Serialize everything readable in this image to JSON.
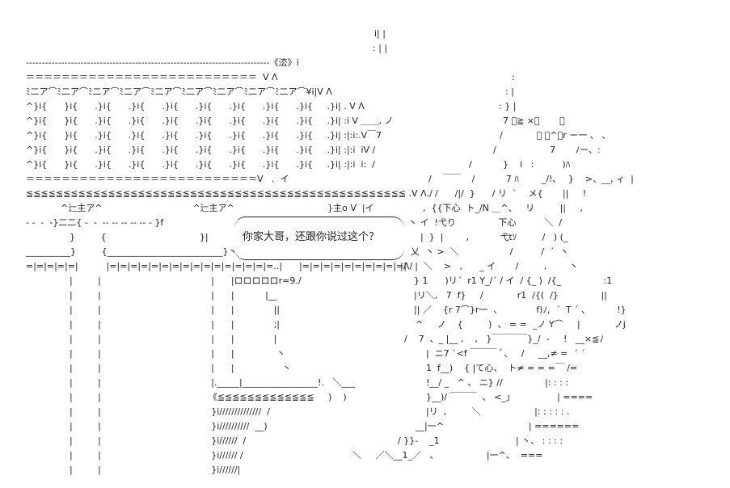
{
  "speech_bubble": {
    "text": "你家大哥，还跟你说过这个？"
  },
  "art_lines": [
    {
      "text": "i| |",
      "row": 0,
      "col": 463
    },
    {
      "text": ": | |",
      "row": 1,
      "col": 461
    },
    {
      "text": "----------------------------------------------------------------------------《㳒》i",
      "row": 2,
      "col": 32
    },
    {
      "text": "＝＝＝＝＝＝＝＝＝＝＝＝＝＝＝＝＝＝＝＝＝＝＝＝＝＝  V Λ",
      "row": 3,
      "col": 32
    },
    {
      "text": "ﾐ二ア⌒ﾐ二ア⌒ﾐ二ア⌒ﾐ二ア⌒ﾐ二ア⌒ﾐ二ア⌒ﾐ二ア⌒ﾐ二ア⌒ﾐ二ア⌒¥i|V Λ",
      "row": 4,
      "col": 32
    },
    {
      "text": "^}i{      }i{      .}i{      .}i{      .}i{      .}i{      .}i{      .}i{      .}i{     .}i| . V Λ",
      "row": 5,
      "col": 32
    },
    {
      "text": "^}i{      }i{      .}i{      .}i{      .}i{      .}i{      .}i{      .}i{      .}i{     .}i| :i V ＿＿, ノ",
      "row": 6,
      "col": 32
    },
    {
      "text": "^}i{      }i{      .}i{      .}i{      .}i{      .}i{      .}i{      .}i{      .}i{     .}i| :|:i:.V￣7",
      "row": 7,
      "col": 32
    },
    {
      "text": "^}i{      }i{      .}i{      .}i{      .}i{      .}i{      .}i{      .}i{      .}i{     .}i| :|:i  iV /",
      "row": 8,
      "col": 32
    },
    {
      "text": "^}i{      }i{      .}i{      .}i{      .}i{      .}i{      .}i{      .}i{      .}i{     .}i| :|:i  i:  /",
      "row": 9,
      "col": 32
    },
    {
      "text": "＝＝＝＝＝＝＝＝＝＝＝＝＝＝＝＝＝＝＝＝＝＝＝＝＝＝V   .  イ",
      "row": 10,
      "col": 32
    },
    {
      "text": "≦≦≦≦≦≦≦≦≦≦≦≦≦≦≦≦≦≦≦≦≦≦≦≦≦≦≦≦≦≦≦≦≦≦≦≦≦≦≦≦≦≦≦≦≦≦≦≦≦≦≦ .V Λ./",
      "row": 11,
      "col": 32
    },
    {
      "text": "^辷主ア^                                ^辷主ア^                                 }主o V  |イ",
      "row": 12,
      "col": 75
    },
    {
      "text": "- -  -  -}二二{ -  -  -- -- -- -- -- - }f",
      "row": 13,
      "col": 32
    },
    {
      "text": "}         {                                 }|",
      "row": 14,
      "col": 86
    },
    {
      "text": "__________}         {__________________________}丶",
      "row": 15,
      "col": 32
    },
    {
      "text": "=|=|=|=|=|          |=|=|=|=|=|=|=|=|=|=|=|=|=|=|=|=..|      |=|=|=|=|=|=|=|=|=|=| /",
      "row": 16,
      "col": 32
    },
    {
      "text": "|         |                                       |      |ロロロロロr=9./",
      "row": 17,
      "col": 86
    },
    {
      "text": "|         |                                       |      |           |__",
      "row": 18,
      "col": 86
    },
    {
      "text": "|         |                                       |      |              ||",
      "row": 19,
      "col": 86
    },
    {
      "text": "|         |                                       |      |              ;|",
      "row": 20,
      "col": 86
    },
    {
      "text": "|         |                                       |      |              |",
      "row": 21,
      "col": 86
    },
    {
      "text": "|         |                                       |      |               丶",
      "row": 22,
      "col": 86
    },
    {
      "text": "|         |                                       |      |                 丶",
      "row": 23,
      "col": 86
    },
    {
      "text": "|         |                                       |._____|_________________!.   ＼___",
      "row": 24,
      "col": 86
    },
    {
      "text": "|         |                                      《≦≦≦≦≦≦≦≦≦≦≦≦≦     )    )",
      "row": 25,
      "col": 86
    },
    {
      "text": "|         |                                       }i//////////////  /",
      "row": 26,
      "col": 86
    },
    {
      "text": "|         |                                       }i//////////  __)",
      "row": 27,
      "col": 86
    },
    {
      "text": "|         |                                       }i//////  /",
      "row": 28,
      "col": 86
    },
    {
      "text": "|         |                                       }i////// /",
      "row": 29,
      "col": 86
    },
    {
      "text": "|         |                                       }i//////|",
      "row": 30,
      "col": 86
    },
    {
      "text": ":",
      "row": 3,
      "col": 633
    },
    {
      "text": ": |",
      "row": 4,
      "col": 625
    },
    {
      "text": ": } |",
      "row": 5,
      "col": 617
    },
    {
      "text": "7 ﾞ≧ ×、       ＼",
      "row": 6,
      "col": 622
    },
    {
      "text": "/            ﾞ ﾞ^、r ー一 、 、",
      "row": 7,
      "col": 618
    },
    {
      "text": "/                   7       ﾉー、:",
      "row": 8,
      "col": 610
    },
    {
      "text": "/           }    i   :          )ﾊ",
      "row": 9,
      "col": 580
    },
    {
      "text": "/    ￣￣    /           7 ﾊ        _/!､    }    >、__, ィ  |",
      "row": 10,
      "col": 530
    },
    {
      "text": "/      /|/  }      / リ  `    メ{       ||     !",
      "row": 11,
      "col": 538
    },
    {
      "text": ",  {{下心  ト_/N ＿^、   リ         ||     ,",
      "row": 12,
      "col": 523
    },
    {
      "text": "丶 イ  !弋り               下心          ＼  /",
      "row": 13,
      "col": 505
    },
    {
      "text": "|  }  |        ,           弋tｿ         /   ) (_",
      "row": 14,
      "col": 520
    },
    {
      "text": "乂  丶 >  ＼                  /          /  ´  丶",
      "row": 15,
      "col": 508
    },
    {
      "text": "|Λ  |  ＼    >   ,      _ イ       /         ,        丶",
      "row": 16,
      "col": 495
    },
    {
      "text": "} 1      )リ´  r1 Y_/´ / イ  / {_ )  /{_               :1",
      "row": 17,
      "col": 512
    },
    {
      "text": "|リ＼,   7  f}     /            r1  /{(  /}               ||",
      "row": 18,
      "col": 512
    },
    {
      "text": "|| ／    {r 7⌒}r一  、            f)ﾉ,  ´  T ´ ､           !}",
      "row": 19,
      "col": 512
    },
    {
      "text": "^     ノ    {         )  、 = =  _ノ Y⌒     |            ノj",
      "row": 20,
      "col": 514
    },
    {
      "text": "/    7  、_ |__ ,    ,   }￣￣￣￣}_/  -     !   __×≦ﾉ",
      "row": 21,
      "col": 500
    },
    {
      "text": "|  ニ7 `<f ￣￣￣ ﾞ、   /     __,≠ =  ´ ´",
      "row": 22,
      "col": 527
    },
    {
      "text": "1  f__)    { |て心、  ト≠ = = =￣ /=",
      "row": 23,
      "col": 527
    },
    {
      "text": "!__/ _   ^ 、 ニ} //               |: : : :",
      "row": 24,
      "col": 527
    },
    {
      "text": "}__)/ ￣￣￣  、 <_」               | ====",
      "row": 25,
      "col": 527
    },
    {
      "text": "|リ  ,         ＼                   |: : : : : .",
      "row": 26,
      "col": 527
    },
    {
      "text": "__|一^                              | ======",
      "row": 27,
      "col": 514
    },
    {
      "text": "/ }}-    _1                           | 丶、 : : : :",
      "row": 28,
      "col": 492
    },
    {
      "text": "＼     ／＼__1_／   、                 |一^、  ===",
      "row": 29,
      "col": 436
    }
  ]
}
